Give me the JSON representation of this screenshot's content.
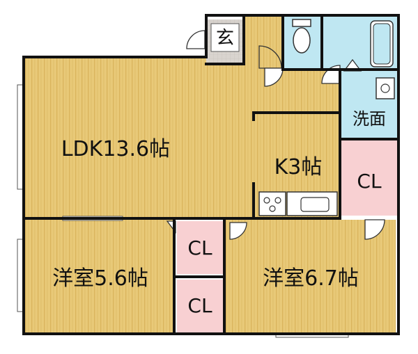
{
  "rooms": {
    "ldk": "LDK13.6帖",
    "kitchen": "K3帖",
    "western_left": "洋室5.6帖",
    "western_right": "洋室6.7帖",
    "entrance": "玄",
    "washroom": "洗面",
    "closet_main": "CL",
    "closet_upper": "CL",
    "closet_lower": "CL"
  },
  "colors": {
    "wood_floor": "#e8c978",
    "wood_stripe": "#d9b45c",
    "tile_blue": "#bfe7f2",
    "closet_pink": "#f8d0d2",
    "entrance_gray": "#d9d4cf",
    "wall": "#111111"
  }
}
